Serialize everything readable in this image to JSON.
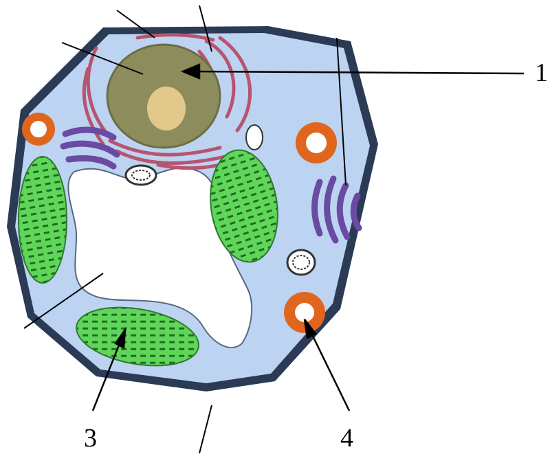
{
  "labels": {
    "label_1": "1",
    "label_3": "3",
    "label_4": "4"
  },
  "colors": {
    "cell_wall": "#2b3a55",
    "cytoplasm": "#bcd4f2",
    "vacuole": "#ffffff",
    "nucleus": "#8c8c5c",
    "nucleolus": "#e2c88a",
    "chloroplast": "#5fd65a",
    "chloroplast_stripe": "#1f6b1f",
    "mitochondria": "#e0661e",
    "golgi": "#6a4aa2",
    "er": "#b7546e",
    "pointer": "#000000"
  },
  "icons": {
    "cell": "plant-cell-illustration"
  }
}
